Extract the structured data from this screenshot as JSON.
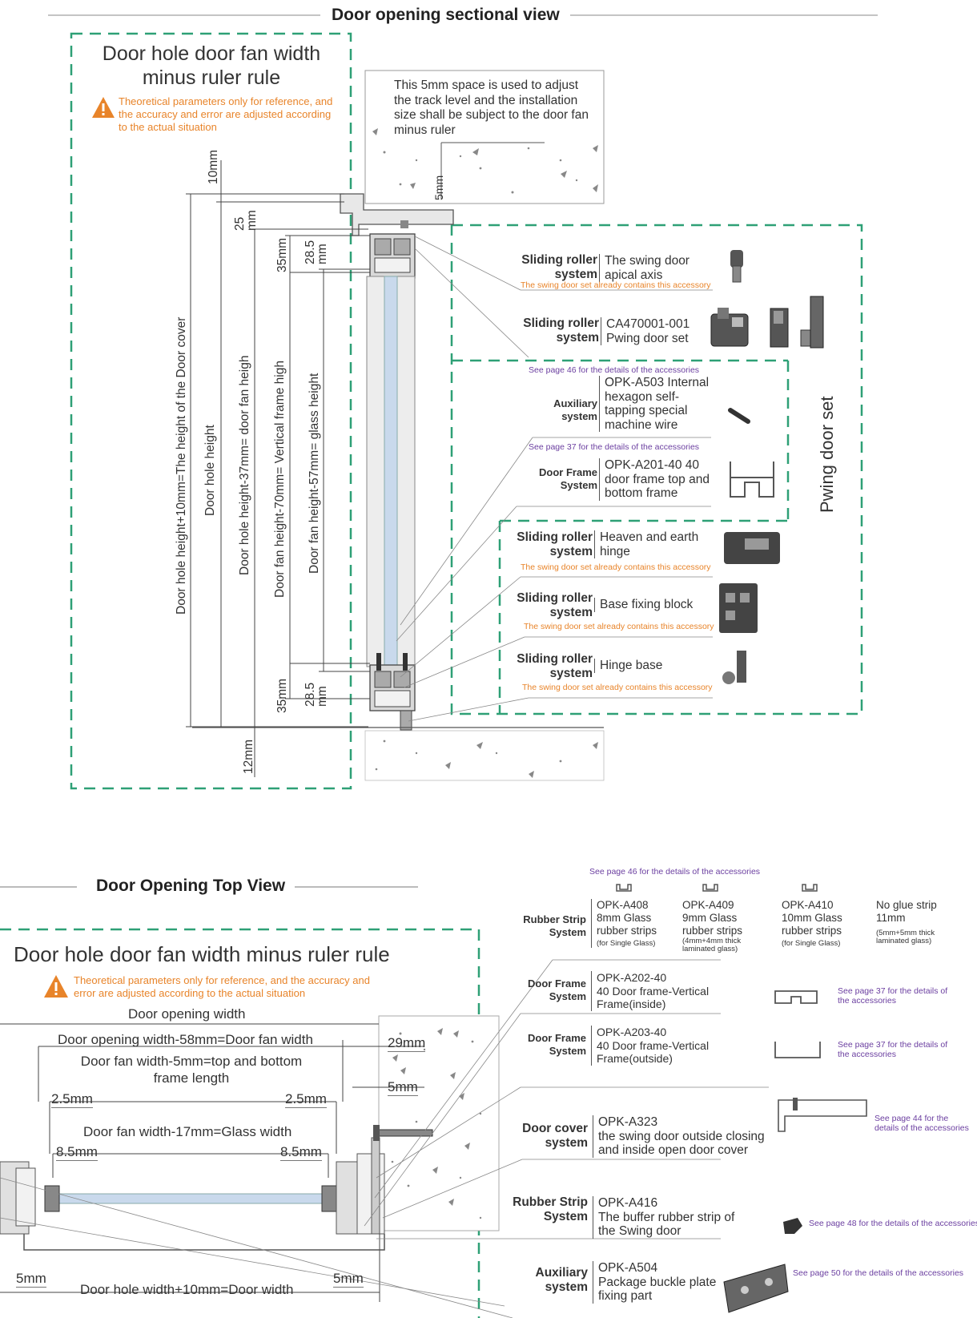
{
  "sectional": {
    "title": "Door opening sectional view",
    "rule_title": "Door hole door fan width minus ruler rule",
    "warning": "Theoretical parameters only for reference, and the accuracy and error are adjusted according to the actual situation",
    "note": "This 5mm space is used to adjust the track level and the installation size shall be subject to the door fan minus ruler",
    "dims": {
      "d10": "10mm",
      "d25": "25 mm",
      "d35_top": "35mm",
      "d28_top": "28.5 mm",
      "d35_bot": "35mm",
      "d28_bot": "28.5 mm",
      "d12": "12mm",
      "d5": "5mm"
    },
    "vertical_labels": [
      "Door hole height+10mm=The height of the Door cover",
      "Door hole height",
      "Door hole height-37mm= door fan heigh",
      "Door fan height-70mm= Vertical frame high",
      "Door fan height-57mm= glass height"
    ],
    "set_label": "Pwing door set",
    "callouts": [
      {
        "cat": "Sliding roller system",
        "desc": "The swing door apical axis",
        "sub": "The swing door set already contains this accessory"
      },
      {
        "cat": "Sliding roller system",
        "desc": "CA470001-001 Pwing door set",
        "sub": "See page 46 for the details of the accessories"
      },
      {
        "cat": "Auxiliary system",
        "desc": "OPK-A503 Internal hexagon self-tapping special machine wire",
        "sub": "See page 37 for the details of the accessories"
      },
      {
        "cat": "Door Frame System",
        "desc": "OPK-A201-40 40 door frame top and bottom frame",
        "sub": ""
      },
      {
        "cat": "Sliding roller system",
        "desc": "Heaven and earth hinge",
        "sub": "The swing door set already contains this accessory"
      },
      {
        "cat": "Sliding roller system",
        "desc": "Base fixing block",
        "sub": "The swing door set already contains this accessory"
      },
      {
        "cat": "Sliding roller system",
        "desc": "Hinge base",
        "sub": "The swing door set already contains this accessory"
      }
    ]
  },
  "topview": {
    "title": "Door Opening Top View",
    "rule_title": "Door hole door fan width minus ruler rule",
    "warning": "Theoretical parameters only for reference, and the accuracy and error are adjusted according to the actual situation",
    "dims": {
      "opening": "Door opening width",
      "fan": "Door opening width-58mm=Door fan width",
      "frame": "Door fan width-5mm=top and bottom frame length",
      "glass": "Door fan width-17mm=Glass width",
      "d29": "29mm",
      "d5a": "5mm",
      "d25l": "2.5mm",
      "d25r": "2.5mm",
      "d85l": "8.5mm",
      "d85r": "8.5mm",
      "d5l": "5mm",
      "d5r": "5mm",
      "door_width": "Door hole width+10mm=Door width"
    },
    "rubber_header": {
      "see": "See page 46 for the details of the accessories",
      "cat": "Rubber Strip System",
      "cols": [
        {
          "code": "OPK-A408",
          "line1": "8mm Glass",
          "line2": "rubber strips",
          "small": "(for Single Glass)"
        },
        {
          "code": "OPK-A409",
          "line1": "9mm Glass",
          "line2": "rubber strips",
          "small": "(4mm+4mm thick laminated glass)"
        },
        {
          "code": "OPK-A410",
          "line1": "10mm Glass",
          "line2": "rubber strips",
          "small": "(for Single Glass)"
        },
        {
          "code": "No glue strip",
          "line1": "11mm",
          "line2": "",
          "small": "(5mm+5mm thick laminated glass)"
        }
      ]
    },
    "callouts": [
      {
        "cat": "Door Frame System",
        "code": "OPK-A202-40",
        "desc": "40 Door frame-Vertical Frame(inside)",
        "see": "See page 37 for the details of the accessories"
      },
      {
        "cat": "Door Frame System",
        "code": "OPK-A203-40",
        "desc": "40 Door frame-Vertical Frame(outside)",
        "see": "See page 37 for the details of the accessories"
      },
      {
        "cat": "Door cover system",
        "code": "OPK-A323",
        "desc": "the swing door outside closing and inside open door cover",
        "see": "See page 44 for the details of the accessories"
      },
      {
        "cat": "Rubber Strip System",
        "code": "OPK-A416",
        "desc": "The buffer rubber strip of the Swing door",
        "see": "See page 48 for the details of the accessories"
      },
      {
        "cat": "Auxiliary system",
        "code": "OPK-A504",
        "desc": "Package buckle plate fixing part",
        "see": "See page 50 for the details of the accessories"
      }
    ]
  }
}
